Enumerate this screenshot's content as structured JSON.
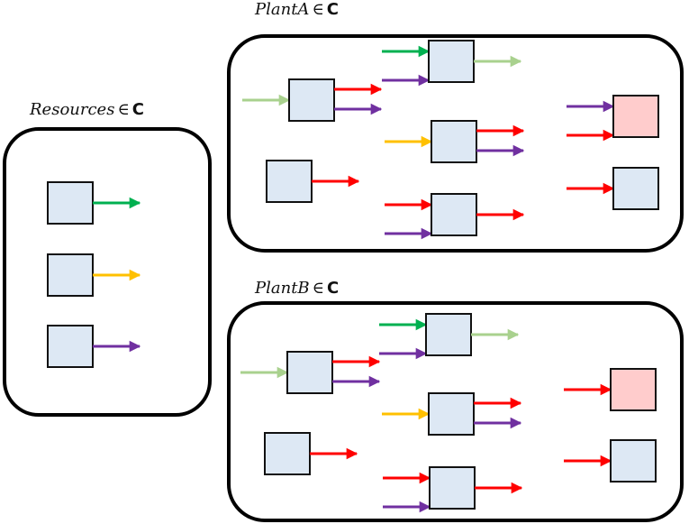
{
  "colors": {
    "green": "#00b050",
    "light_green": "#a9d18e",
    "yellow": "#ffc000",
    "purple": "#7030a0",
    "red": "#ff0000",
    "box_blue": "#dde8f4",
    "box_pink": "#ffcccc",
    "border": "#111111"
  },
  "groups": [
    {
      "id": "resources",
      "label": {
        "name": "Resources",
        "element_of": "∈",
        "set": "C"
      },
      "processes": [
        {
          "id": "r1",
          "fill": "box_blue",
          "inputs": [],
          "outputs": [
            "green"
          ]
        },
        {
          "id": "r2",
          "fill": "box_blue",
          "inputs": [],
          "outputs": [
            "yellow"
          ]
        },
        {
          "id": "r3",
          "fill": "box_blue",
          "inputs": [],
          "outputs": [
            "purple"
          ]
        }
      ]
    },
    {
      "id": "plantA",
      "label": {
        "name": "PlantA",
        "element_of": "∈",
        "set": "C"
      },
      "processes": [
        {
          "id": "a1",
          "fill": "box_blue",
          "inputs": [
            "light_green"
          ],
          "outputs": [
            "red",
            "purple"
          ]
        },
        {
          "id": "a2",
          "fill": "box_blue",
          "inputs": [],
          "outputs": [
            "red"
          ]
        },
        {
          "id": "a3",
          "fill": "box_blue",
          "inputs": [
            "green",
            "purple"
          ],
          "outputs": [
            "light_green"
          ]
        },
        {
          "id": "a4",
          "fill": "box_blue",
          "inputs": [
            "yellow"
          ],
          "outputs": [
            "red",
            "purple"
          ]
        },
        {
          "id": "a5",
          "fill": "box_blue",
          "inputs": [
            "red",
            "purple"
          ],
          "outputs": [
            "red"
          ]
        },
        {
          "id": "a6",
          "fill": "box_pink",
          "inputs": [
            "purple",
            "red"
          ],
          "outputs": []
        },
        {
          "id": "a7",
          "fill": "box_blue",
          "inputs": [
            "red"
          ],
          "outputs": []
        }
      ]
    },
    {
      "id": "plantB",
      "label": {
        "name": "PlantB",
        "element_of": "∈",
        "set": "C"
      },
      "processes": [
        {
          "id": "b1",
          "fill": "box_blue",
          "inputs": [
            "light_green"
          ],
          "outputs": [
            "red",
            "purple"
          ]
        },
        {
          "id": "b2",
          "fill": "box_blue",
          "inputs": [],
          "outputs": [
            "red"
          ]
        },
        {
          "id": "b3",
          "fill": "box_blue",
          "inputs": [
            "green",
            "purple"
          ],
          "outputs": [
            "light_green"
          ]
        },
        {
          "id": "b4",
          "fill": "box_blue",
          "inputs": [
            "yellow"
          ],
          "outputs": [
            "red",
            "purple"
          ]
        },
        {
          "id": "b5",
          "fill": "box_blue",
          "inputs": [
            "red",
            "purple"
          ],
          "outputs": [
            "red"
          ]
        },
        {
          "id": "b6",
          "fill": "box_pink",
          "inputs": [
            "red"
          ],
          "outputs": []
        },
        {
          "id": "b7",
          "fill": "box_blue",
          "inputs": [
            "red"
          ],
          "outputs": []
        }
      ]
    }
  ]
}
